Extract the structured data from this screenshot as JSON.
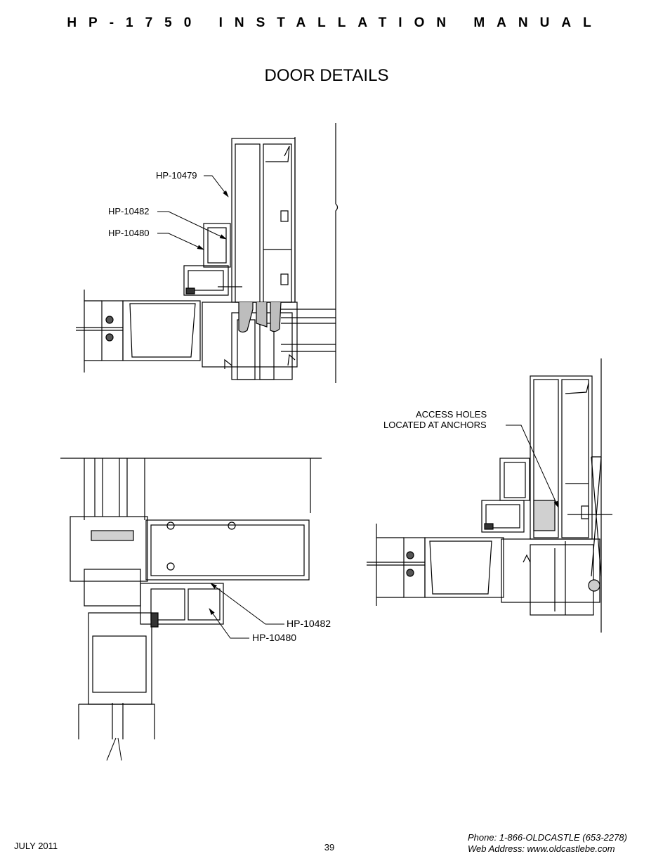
{
  "header": {
    "title": "HP-1750 INSTALLATION MANUAL"
  },
  "section": {
    "title": "DOOR DETAILS"
  },
  "detail_top": {
    "label_1": "HP-10479",
    "label_2": "HP-10482",
    "label_3": "HP-10480"
  },
  "detail_bottom": {
    "label_1": "HP-10482",
    "label_2": "HP-10480"
  },
  "detail_right": {
    "note_line_1": "ACCESS HOLES",
    "note_line_2": "LOCATED AT ANCHORS"
  },
  "footer": {
    "date": "JULY 2011",
    "page": "39",
    "phone": "Phone: 1-866-OLDCASTLE (653-2278)",
    "web": "Web Address: www.oldcastlebe.com"
  }
}
